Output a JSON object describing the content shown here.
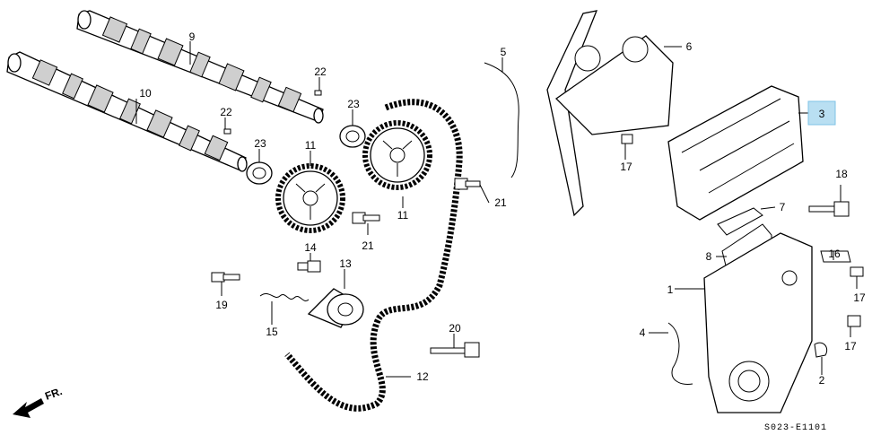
{
  "diagram": {
    "selected_callout": "3",
    "highlight_color": "#b9dff2",
    "catalog_code": "S023-E1101",
    "direction_label": "FR.",
    "callouts": [
      {
        "id": "c9",
        "text": "9"
      },
      {
        "id": "c10",
        "text": "10"
      },
      {
        "id": "c22a",
        "text": "22"
      },
      {
        "id": "c22b",
        "text": "22"
      },
      {
        "id": "c23a",
        "text": "23"
      },
      {
        "id": "c23b",
        "text": "23"
      },
      {
        "id": "c11a",
        "text": "11"
      },
      {
        "id": "c11b",
        "text": "11"
      },
      {
        "id": "c21a",
        "text": "21"
      },
      {
        "id": "c21b",
        "text": "21"
      },
      {
        "id": "c14",
        "text": "14"
      },
      {
        "id": "c13",
        "text": "13"
      },
      {
        "id": "c19",
        "text": "19"
      },
      {
        "id": "c15",
        "text": "15"
      },
      {
        "id": "c20",
        "text": "20"
      },
      {
        "id": "c12",
        "text": "12"
      },
      {
        "id": "c5",
        "text": "5"
      },
      {
        "id": "c6",
        "text": "6"
      },
      {
        "id": "c17a",
        "text": "17"
      },
      {
        "id": "c3",
        "text": "3"
      },
      {
        "id": "c18",
        "text": "18"
      },
      {
        "id": "c7",
        "text": "7"
      },
      {
        "id": "c8",
        "text": "8"
      },
      {
        "id": "c16",
        "text": "16"
      },
      {
        "id": "c1",
        "text": "1"
      },
      {
        "id": "c17b",
        "text": "17"
      },
      {
        "id": "c4",
        "text": "4"
      },
      {
        "id": "c17c",
        "text": "17"
      },
      {
        "id": "c2",
        "text": "2"
      }
    ]
  }
}
